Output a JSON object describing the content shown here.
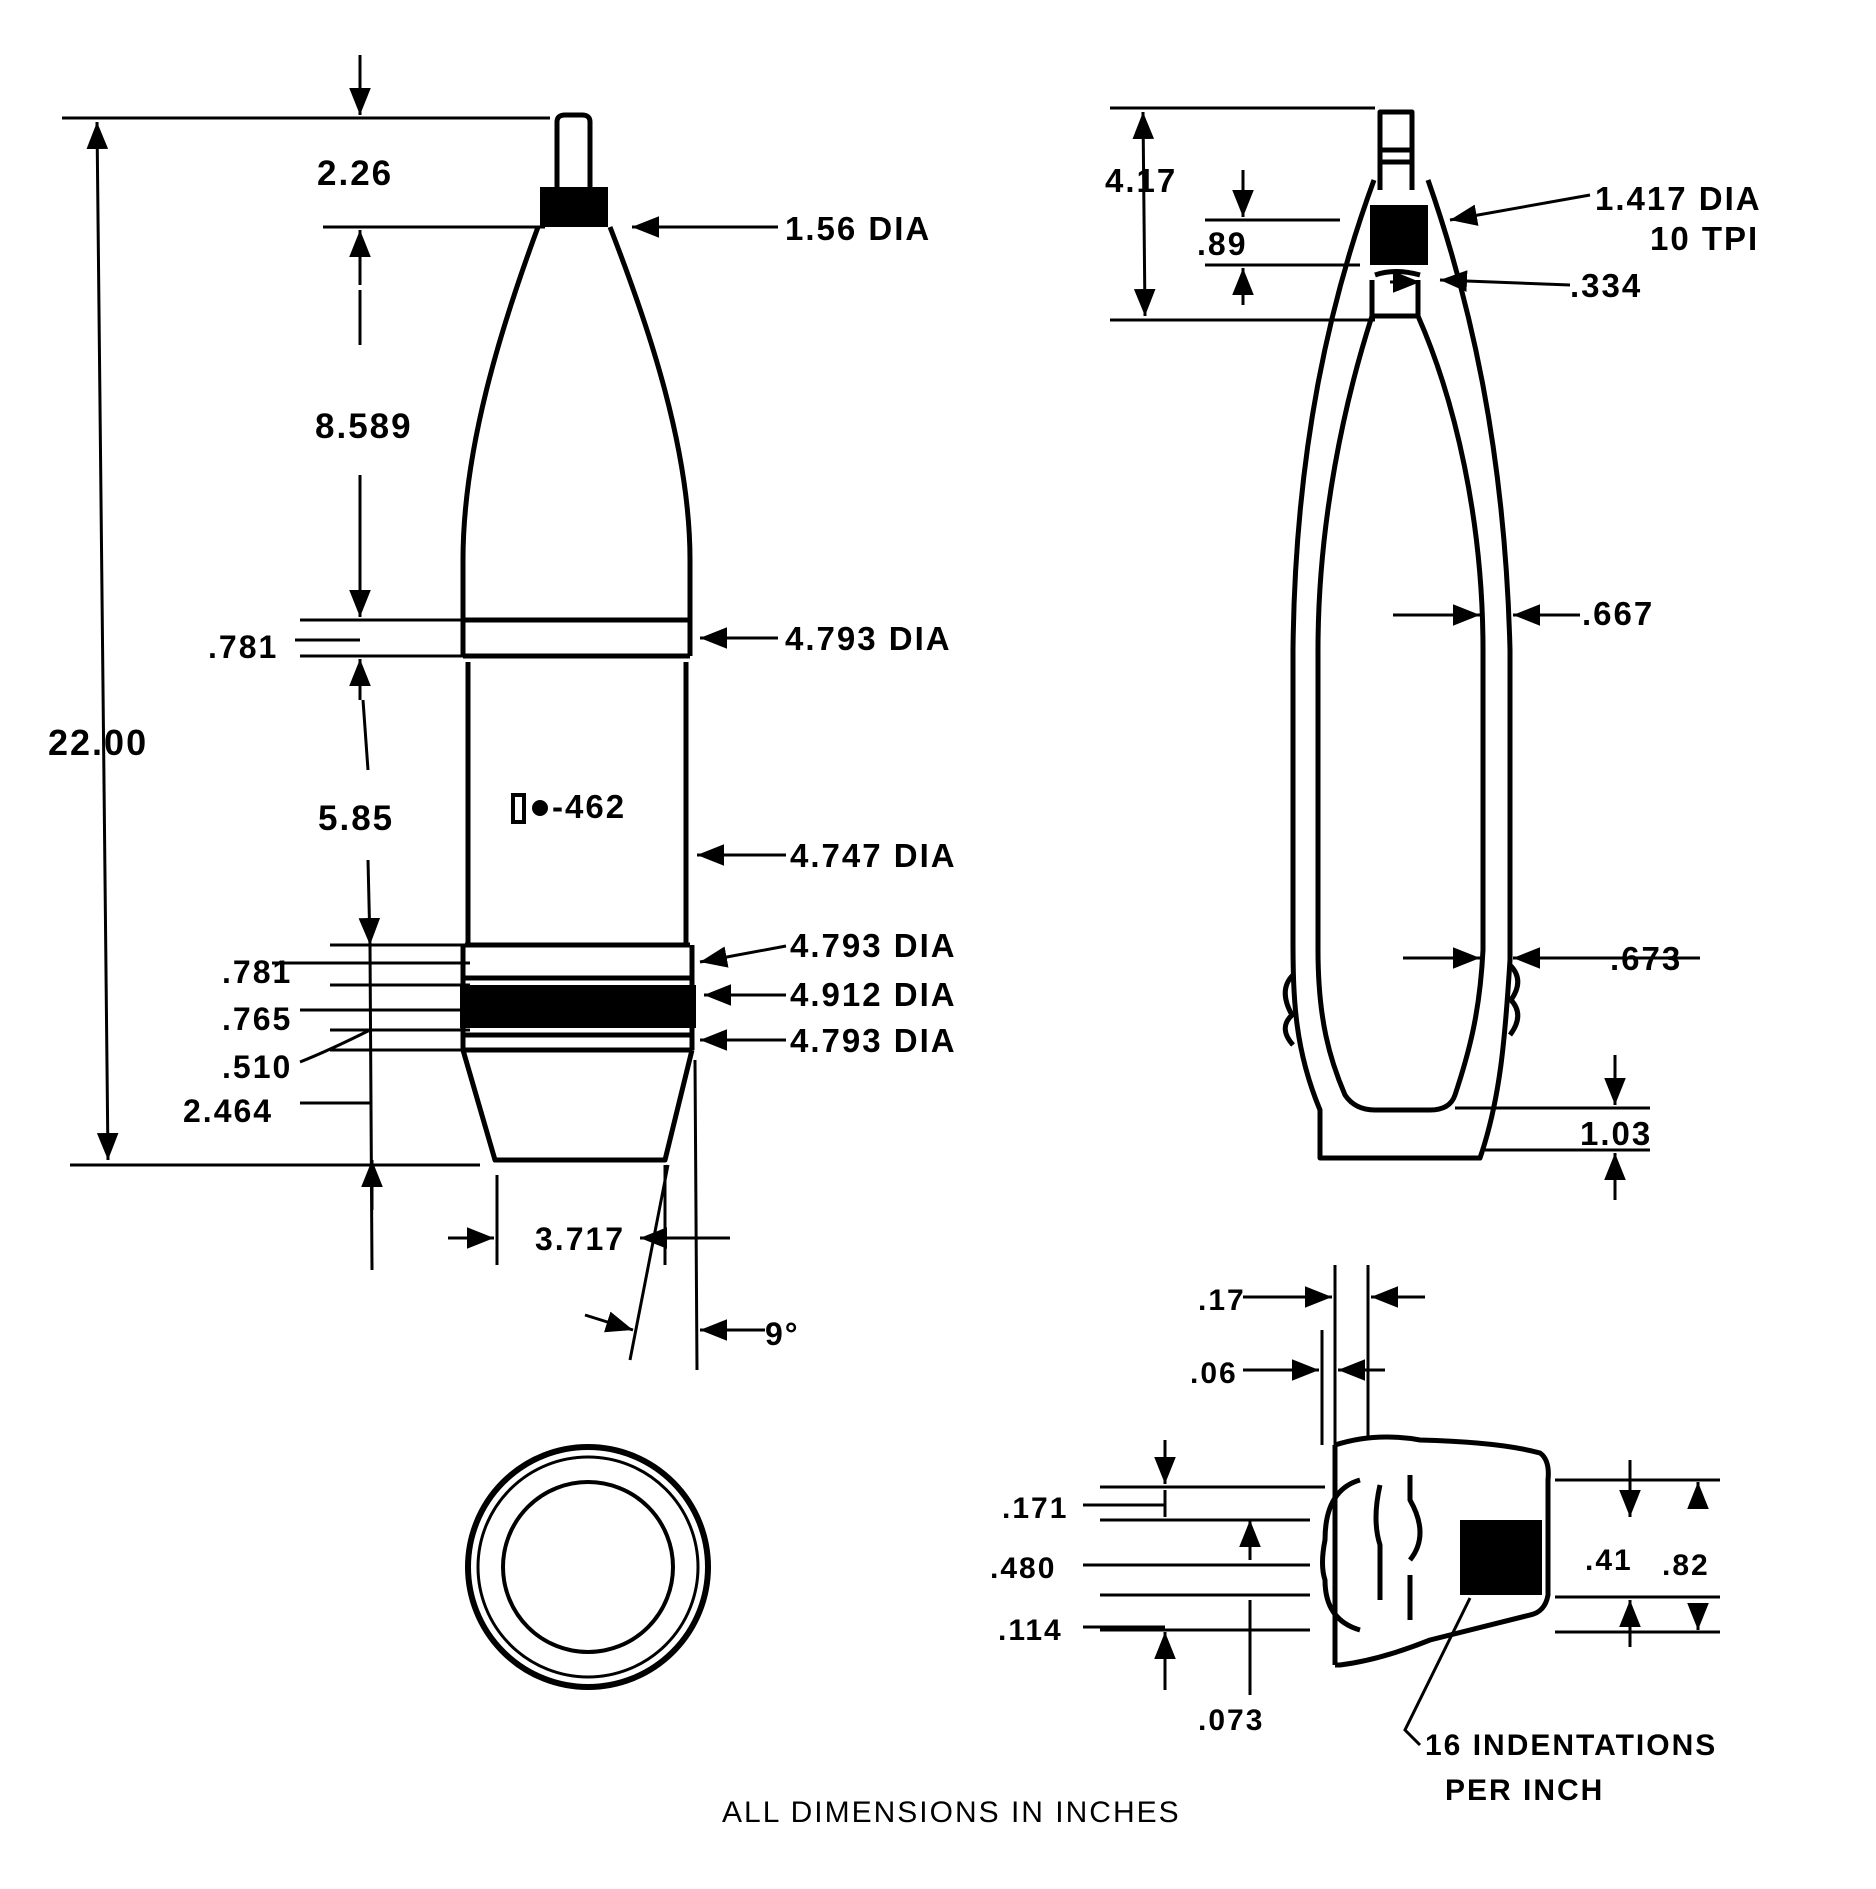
{
  "colors": {
    "ink": "#000000",
    "paper": "#ffffff"
  },
  "projectile": {
    "overall_length": "22.00",
    "nose_length": "2.26",
    "ogive_length": "8.589",
    "band1_width": ".781",
    "body_length": "5.85",
    "band2_width": ".781",
    "rotating_band_width": ".765",
    "band3_width": ".510",
    "boattail_length": "2.464",
    "nose_dia": "1.56 DIA",
    "bourrelet_dia_front": "4.793 DIA",
    "body_dia": "4.747 DIA",
    "bourrelet_dia_rear": "4.793 DIA",
    "rotating_band_dia": "4.912 DIA",
    "rear_band_dia": "4.793 DIA",
    "base_dia": "3.717",
    "boattail_angle": "9°",
    "marking": "-462"
  },
  "section": {
    "fuze_length": "4.17",
    "thread_length": ".89",
    "thread_spec_line1": "1.417 DIA",
    "thread_spec_line2": "10 TPI",
    "nose_wall": ".334",
    "side_wall_upper": ".667",
    "side_wall_lower": ".673",
    "base_thickness": "1.03"
  },
  "band_detail": {
    "dim_17": ".17",
    "dim_06": ".06",
    "dim_171": ".171",
    "dim_480": ".480",
    "dim_114": ".114",
    "dim_073": ".073",
    "dim_41": ".41",
    "dim_82": ".82",
    "note_line1": "16 INDENTATIONS",
    "note_line2": "PER INCH"
  },
  "footer_note": "ALL DIMENSIONS IN INCHES"
}
